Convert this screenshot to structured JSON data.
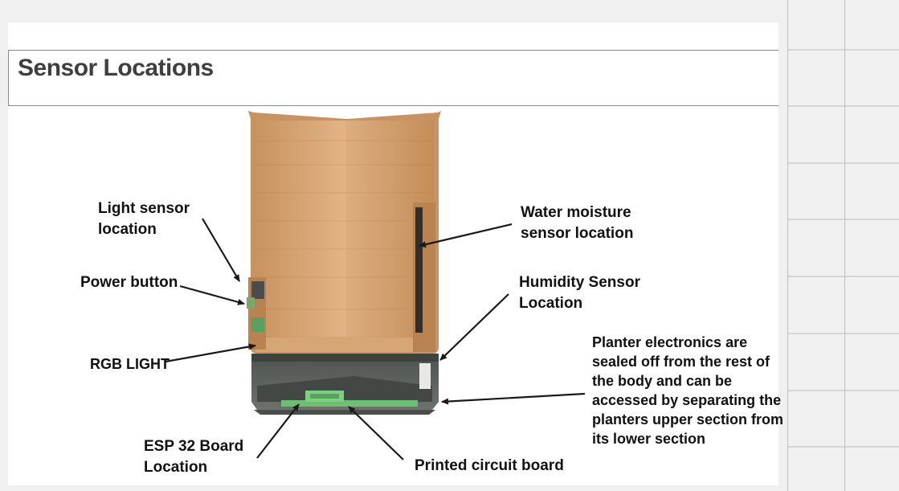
{
  "slide": {
    "title": "Sensor Locations"
  },
  "labels": {
    "light_sensor": "Light sensor\nlocation",
    "power_button": "Power button",
    "rgb_light": "RGB LIGHT",
    "esp32": "ESP 32 Board\nLocation",
    "pcb": "Printed circuit board",
    "water_moisture": "Water moisture\nsensor location",
    "humidity": "Humidity Sensor\nLocation",
    "electronics_note": "Planter electronics are\nsealed off from the rest of\nthe body and can be\naccessed by separating the\nplanters upper section from\nits lower section"
  },
  "colors": {
    "wood": "#d9a878",
    "base": "#5f6360",
    "pcb_green": "#6fbf73",
    "line": "#1a1a1a"
  }
}
